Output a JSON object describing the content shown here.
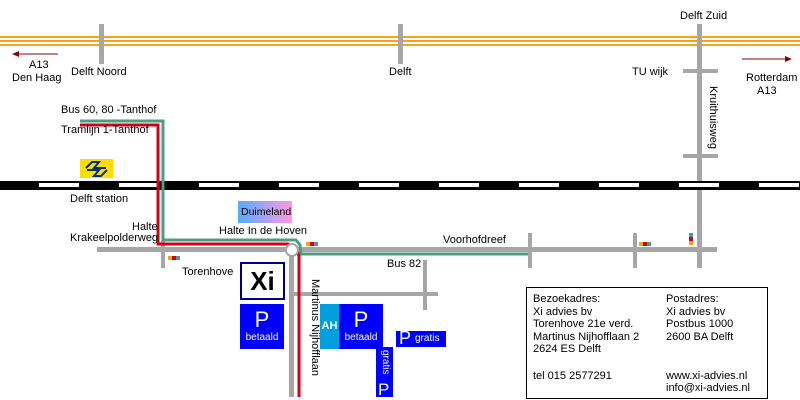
{
  "colors": {
    "highway_orange": "#f7a21b",
    "road_grey": "#a6a6a6",
    "tram_green": "#4e9d82",
    "bus_red": "#d4001a",
    "parking_blue": "#0000ff",
    "ah_cyan": "#00a0e0",
    "ns_yellow": "#ffdd00",
    "xi_navy": "#000080"
  },
  "icons": {
    "ns_logo": "ns-logo-icon",
    "arrow_left": "arrow-left-icon",
    "arrow_right": "arrow-right-icon",
    "roundabout": "roundabout-icon",
    "traffic_light": "traffic-light-icon"
  },
  "labels": {
    "delft_zuid": "Delft Zuid",
    "a13_left": "A13",
    "den_haag": "Den Haag",
    "delft_noord": "Delft Noord",
    "delft": "Delft",
    "tu_wijk": "TU wijk",
    "rotterdam": "Rotterdam",
    "a13_right": "A13",
    "kruithuisweg": "Kruithuisweg",
    "bus_line": "Bus 60, 80 -Tanthof",
    "tram_line": "Tramlijn 1-Tanthof",
    "delft_station": "Delft station",
    "duimeland": "Duimeland",
    "halte_in_de_hoven": "Halte In de Hoven",
    "halte": "Halte",
    "krakeelpolderweg": "Krakeelpolderweg",
    "voorhofdreef": "Voorhofdreef",
    "bus_82": "Bus 82",
    "torenhove": "Torenhove",
    "martinus_nijhofflaan": "Martinus Nijhofflaan"
  },
  "buildings": {
    "xi_logo": "Xi",
    "ah": "AH",
    "parking_symbol": "P",
    "betaald": "betaald",
    "gratis": "gratis"
  },
  "address": {
    "visit_title": "Bezoekadres:",
    "visit_lines": [
      "Xi advies bv",
      "Torenhove  21e verd.",
      "Martinus Nijhofflaan 2",
      "2624 ES Delft"
    ],
    "postal_title": "Postadres:",
    "postal_lines": [
      "Xi advies bv",
      "Postbus 1000",
      "2600 BA Delft"
    ],
    "phone": "tel 015 2577291",
    "website": "www.xi-advies.nl",
    "email": "info@xi-advies.nl"
  }
}
